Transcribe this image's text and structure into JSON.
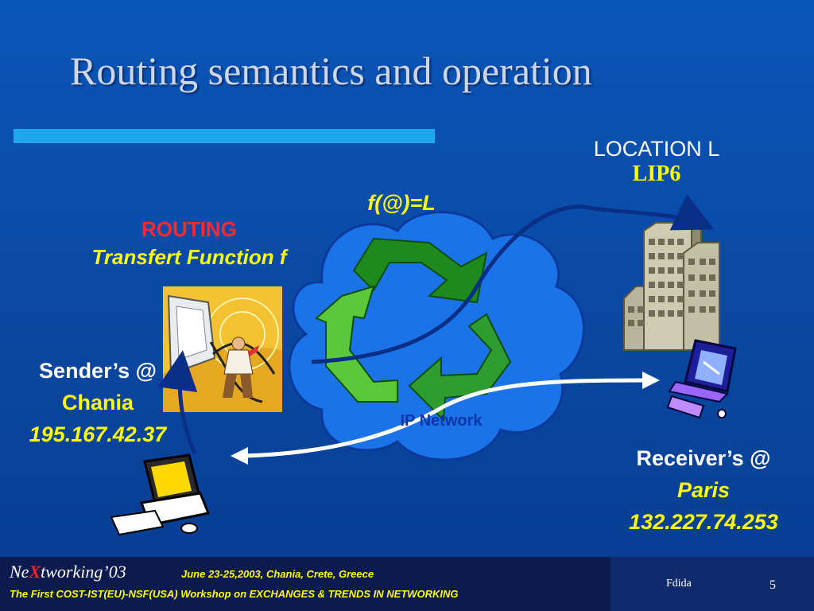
{
  "slide": {
    "title": "Routing semantics and operation",
    "location": {
      "line1": "LOCATION L",
      "line2": "LIP6"
    },
    "function_label": "f(@)=L",
    "routing": {
      "line1": "ROUTING",
      "line2": "Transfert Function f"
    },
    "sender": {
      "line1": "Sender’s @",
      "line2": "Chania",
      "line3": "195.167.42.37"
    },
    "receiver": {
      "line1": "Receiver’s @",
      "line2": "Paris",
      "line3": "132.227.74.253"
    },
    "network_label": "IP Network",
    "colors": {
      "background": "#0a4aa6",
      "title_bar": "#1fa6ec",
      "accent_yellow": "#ffff00",
      "routing_red": "#ff2a2a",
      "cloud": "#1a73e8"
    }
  },
  "footer": {
    "logo_pre": "Ne",
    "logo_x": "X",
    "logo_post": "tworking’03",
    "date_place": "June 23-25,2003, Chania, Crete, Greece",
    "workshop": "The First COST-IST(EU)-NSF(USA) Workshop on EXCHANGES & TRENDS IN NETWORKING",
    "author": "Fdida",
    "page_number": "5"
  }
}
